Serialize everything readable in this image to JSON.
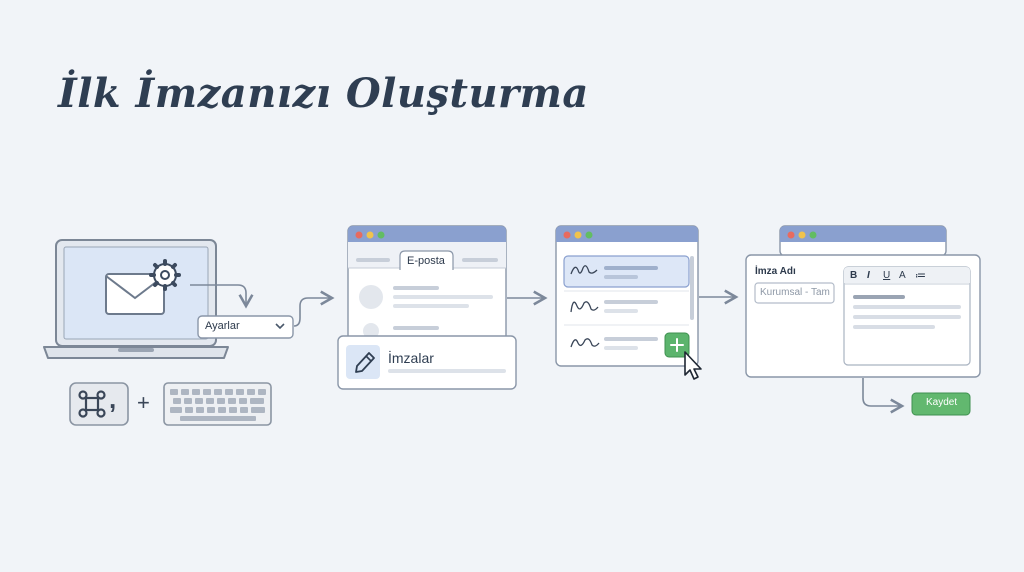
{
  "title": "İlk İmzanızı Oluşturma",
  "step1": {
    "settings_label": "Ayarlar",
    "shortcut_key": ",",
    "plus": "+"
  },
  "step2": {
    "tab_label": "E-posta",
    "signatures_label": "İmzalar"
  },
  "step4": {
    "field_label": "İmza Adı",
    "field_placeholder": "Kurumsal - Tam",
    "toolbar": [
      "B",
      "I",
      "U",
      "A",
      "≔"
    ],
    "save_label": "Kaydet"
  },
  "colors": {
    "accent_blue": "#7b93c6",
    "green": "#5cb46d",
    "text": "#2f3e52",
    "line": "#8a96a8"
  }
}
